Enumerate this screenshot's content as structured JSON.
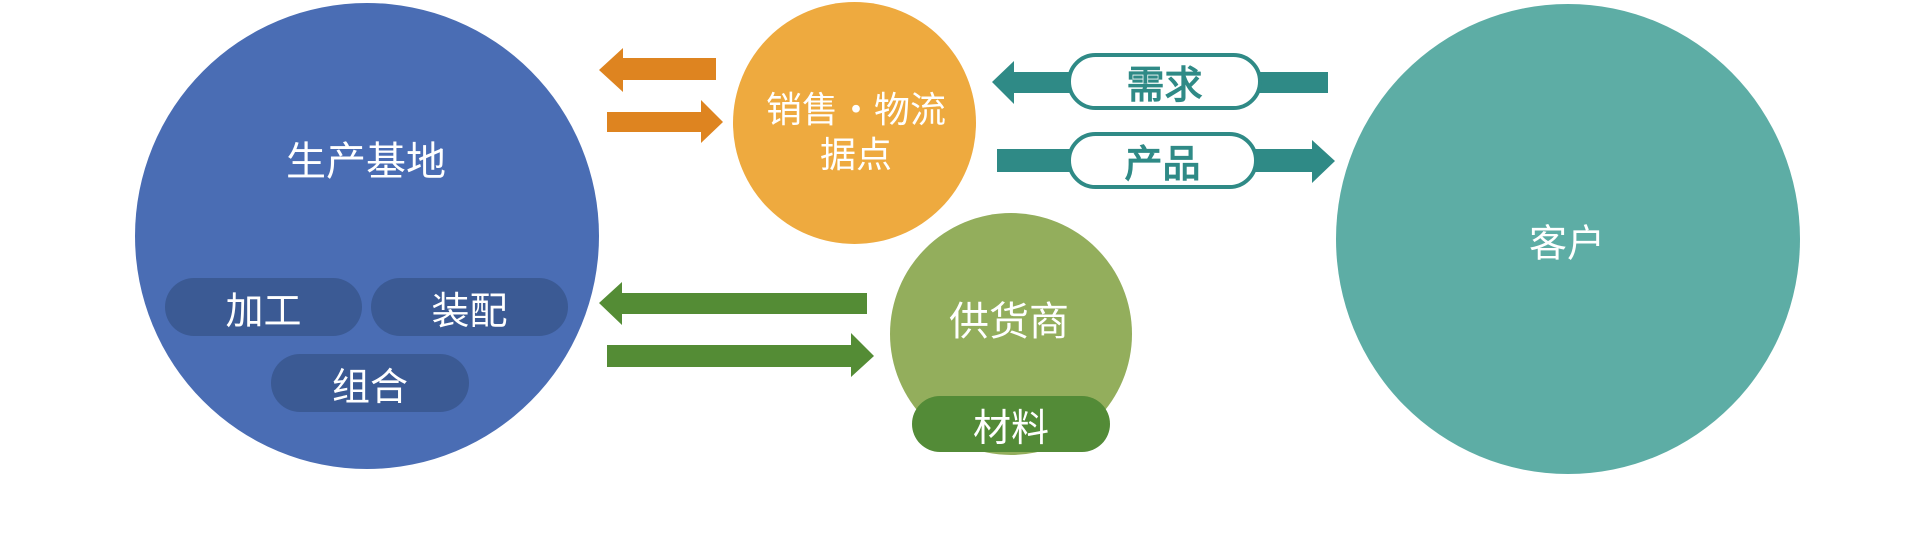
{
  "diagram": {
    "nodes": {
      "production_base": {
        "label": "生产基地",
        "color": "#4a6db4",
        "sub_items": [
          "加工",
          "装配",
          "组合"
        ],
        "sub_item_color": "#3b5a94"
      },
      "sales_logistics": {
        "label_line1": "销售・物流",
        "label_line2": "据点",
        "color": "#eeaa3f"
      },
      "supplier": {
        "label": "供货商",
        "color": "#93ae5c",
        "sub_item": "材料",
        "sub_item_color": "#538b37"
      },
      "customer": {
        "label": "客户",
        "color": "#5dada5"
      }
    },
    "connectors": {
      "production_sales": {
        "color": "#de8420",
        "directions": [
          "to-production",
          "to-sales"
        ]
      },
      "production_supplier": {
        "color": "#548c35",
        "directions": [
          "to-production",
          "to-supplier"
        ]
      },
      "sales_customer": {
        "color": "#2f8a86",
        "demand_label": "需求",
        "product_label": "产品"
      }
    }
  }
}
